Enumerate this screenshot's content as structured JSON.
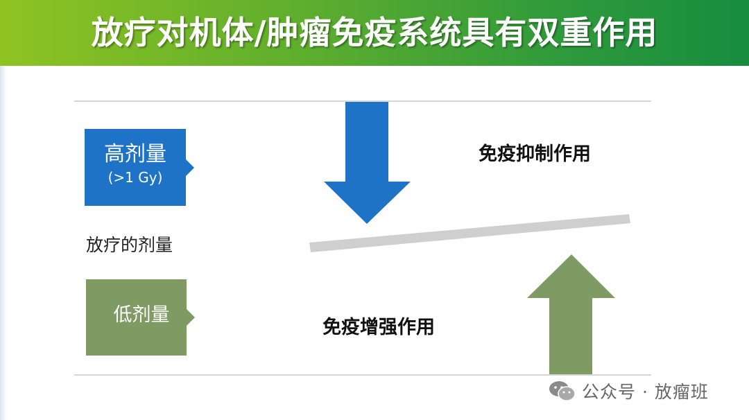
{
  "title": "放疗对机体/肿瘤免疫系统具有双重作用",
  "high_dose": {
    "label": "高剂量",
    "sub": "(>1 Gy)"
  },
  "dose_caption": "放疗的剂量",
  "low_dose": {
    "label": "低剂量"
  },
  "effects": {
    "suppression": "免疫抑制作用",
    "enhancement": "免疫增强作用"
  },
  "watermark": {
    "text": "公众号 · 放瘤班",
    "icon": "wechat-icon"
  },
  "colors": {
    "blue": "#1f73c7",
    "green": "#7f9a63",
    "bar": "#cfcfcf",
    "header_start": "#8fc322",
    "header_end": "#178c3f"
  }
}
